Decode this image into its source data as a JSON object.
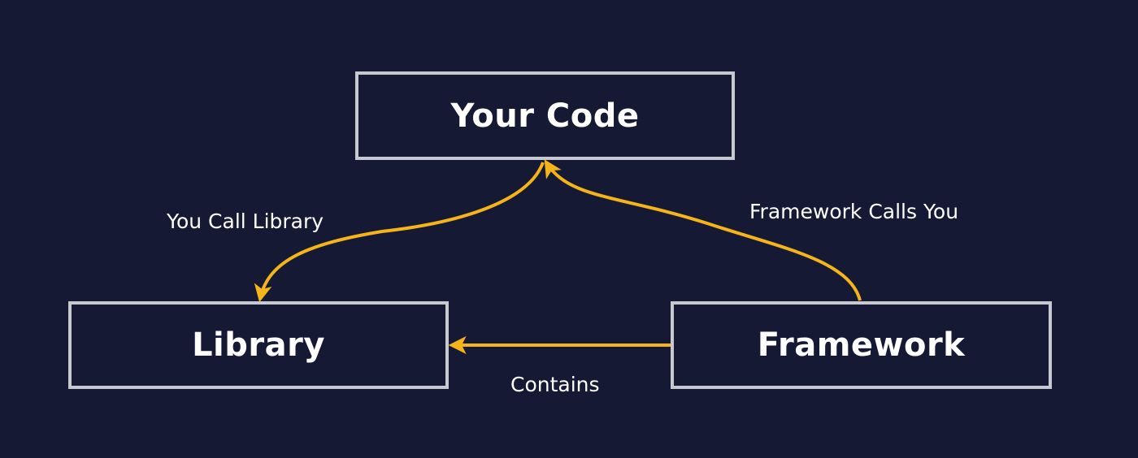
{
  "colors": {
    "background": "#151933",
    "box_border": "#c7c9d1",
    "box_text": "#ffffff",
    "arrow": "#f4b41a",
    "label_text": "#ffffff"
  },
  "nodes": {
    "your_code": "Your Code",
    "library": "Library",
    "framework": "Framework"
  },
  "edges": {
    "you_call_library": "You Call Library",
    "framework_calls_you": "Framework Calls You",
    "contains": "Contains"
  }
}
